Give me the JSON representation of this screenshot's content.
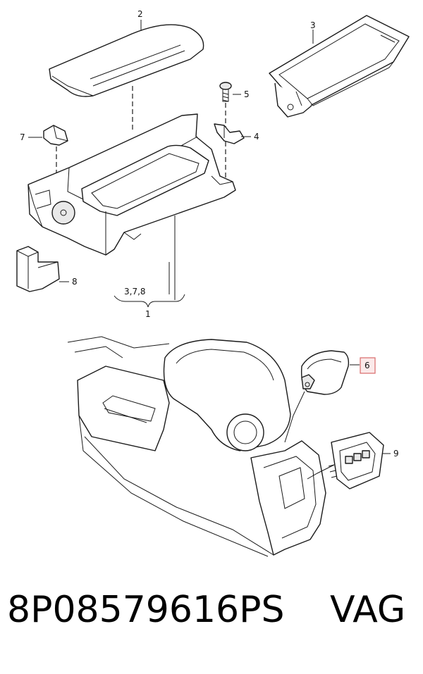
{
  "callouts": {
    "c1": "1",
    "c2": "2",
    "c3": "3",
    "c4": "4",
    "c5": "5",
    "c6": "6",
    "c7": "7",
    "c8": "8",
    "c9": "9",
    "group": "3,7,8"
  },
  "highlighted_part": "6",
  "colors": {
    "highlight_border": "#d86a6a",
    "highlight_fill": "#fbeaea",
    "line": "#1a1a1a"
  },
  "caption": {
    "part_number": "8P08579616PS",
    "brand": "VAG"
  }
}
